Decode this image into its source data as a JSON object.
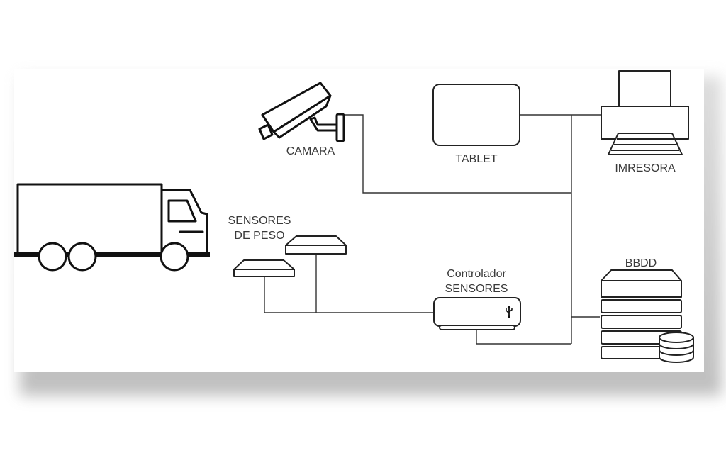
{
  "labels": {
    "camera": "CAMARA",
    "tablet": "TABLET",
    "printer": "IMRESORA",
    "weight_sensors_line1": "SENSORES",
    "weight_sensors_line2": "DE PESO",
    "controller_line1": "Controlador",
    "controller_line2": "SENSORES",
    "database": "BBDD"
  },
  "icons": [
    "truck-icon",
    "camera-icon",
    "tablet-icon",
    "printer-icon",
    "weight-sensor-icon",
    "controller-icon",
    "usb-icon",
    "database-icon"
  ]
}
